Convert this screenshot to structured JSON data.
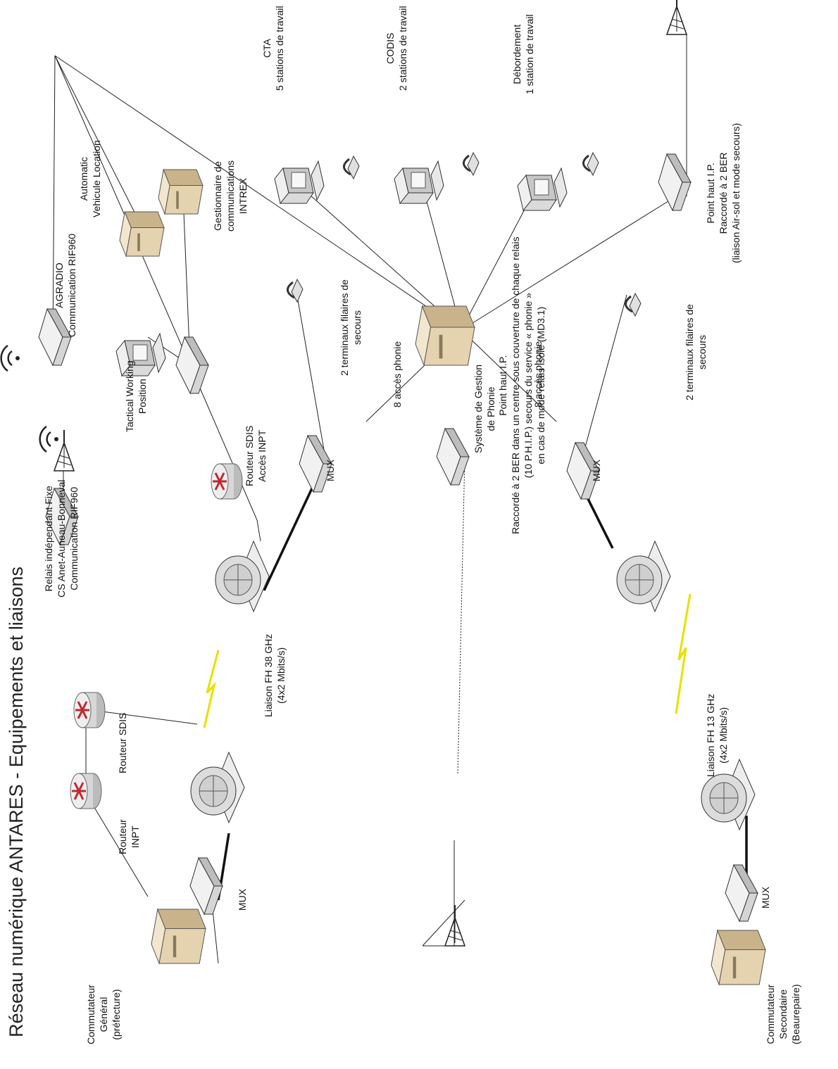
{
  "title": "Réseau numérique ANTARES - Equipements et liaisons",
  "nodes": {
    "commutateur_general": [
      "Commutateur",
      "Général",
      "(préfecture)"
    ],
    "commutateur_secondaire": [
      "Commutateur",
      "Secondaire",
      "(Beaurepaire)"
    ],
    "routeur_inpt": [
      "Routeur",
      "INPT"
    ],
    "routeur_sdis": [
      "Routeur SDIS"
    ],
    "mux_top_left": [
      "MUX"
    ],
    "mux_top_center": [
      "MUX"
    ],
    "mux_bottom_center": [
      "MUX"
    ],
    "mux_bottom_left": [
      "MUX"
    ],
    "liaison_38": [
      "Liaison FH 38 GHz",
      "(4x2 Mbits/s)"
    ],
    "liaison_13": [
      "Liaison FH 13 GHz",
      "(4x2 Mbits/s)"
    ],
    "relais": [
      "Relais indépendant Fixe",
      "CS Anet-Auneau-Bonneval",
      "Communication RIF960"
    ],
    "routeur_sdis_inpt": [
      "Routeur SDIS",
      "Accès INPT"
    ],
    "tactical": [
      "Tactical Working",
      "Position"
    ],
    "agradio": [
      "AGRADIO",
      "Communication RIF960"
    ],
    "avl": [
      "Automatic",
      "Vehicule Location"
    ],
    "intrex": [
      "Gestionnaire de",
      "communications",
      "INTREX"
    ],
    "cta": [
      "CTA",
      "5 stations de travail"
    ],
    "codis": [
      "CODIS",
      "2 stations de travail"
    ],
    "debordement": [
      "Débordement",
      "1 station de travail"
    ],
    "point_haut_right": [
      "Point haut I.P.",
      "Raccordé à 2 BER",
      "(liaison Air-sol et mode secours)"
    ],
    "terminaux_top": [
      "2 terminaux filaires de",
      "secours"
    ],
    "terminaux_bottom": [
      "2 terminaux filaires de",
      "secours"
    ],
    "acces_top": [
      "8 accès phonie"
    ],
    "acces_bottom": [
      "8 accès phonie"
    ],
    "systeme": [
      "Système de Gestion",
      "de Phonie"
    ],
    "point_haut_center": [
      "Point haut I.P.",
      "Raccordé à 2 BER dans un centre sous couverture de chaque relais",
      "(10 P.H.I.P.)  secours du service « phonie »",
      "en cas de mode relais isolé (MD3.1)"
    ]
  }
}
